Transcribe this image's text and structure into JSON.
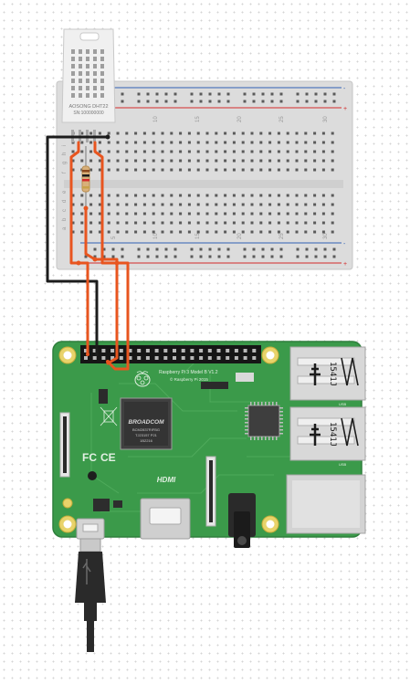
{
  "sensor": {
    "model": "AOSONG DHT22",
    "serial": "SN:100000000"
  },
  "breadboard": {
    "top_numbers": [
      "1",
      "10",
      "15",
      "20",
      "25",
      "30"
    ],
    "bottom_numbers": [
      "5",
      "10",
      "15",
      "20",
      "25",
      "30"
    ],
    "row_letters": [
      "j",
      "i",
      "h",
      "g",
      "f",
      "e",
      "d",
      "c",
      "b",
      "a"
    ],
    "rail_plus": "+",
    "rail_minus": "-"
  },
  "board": {
    "title": "Raspberry Pi 3 Model B V1.2",
    "copyright": "© Raspberry Pi 2015",
    "chip_brand": "BROADCOM",
    "chip_ids": [
      "BCM2837RIFBG",
      "TJ23157 P21",
      "1B2216"
    ],
    "hdmi_label": "HDMI",
    "usb_labels": [
      "1541J",
      "1541J"
    ],
    "usb_tags": [
      "USB",
      "USB"
    ],
    "cert_fc": "FC",
    "cert_ce": "CE"
  },
  "colors": {
    "wire_orange": "#e8551f",
    "wire_black": "#1c1c1c",
    "board_green": "#3b9a4a",
    "rail_red": "#d32a2a",
    "rail_blue": "#2f5fb4"
  }
}
